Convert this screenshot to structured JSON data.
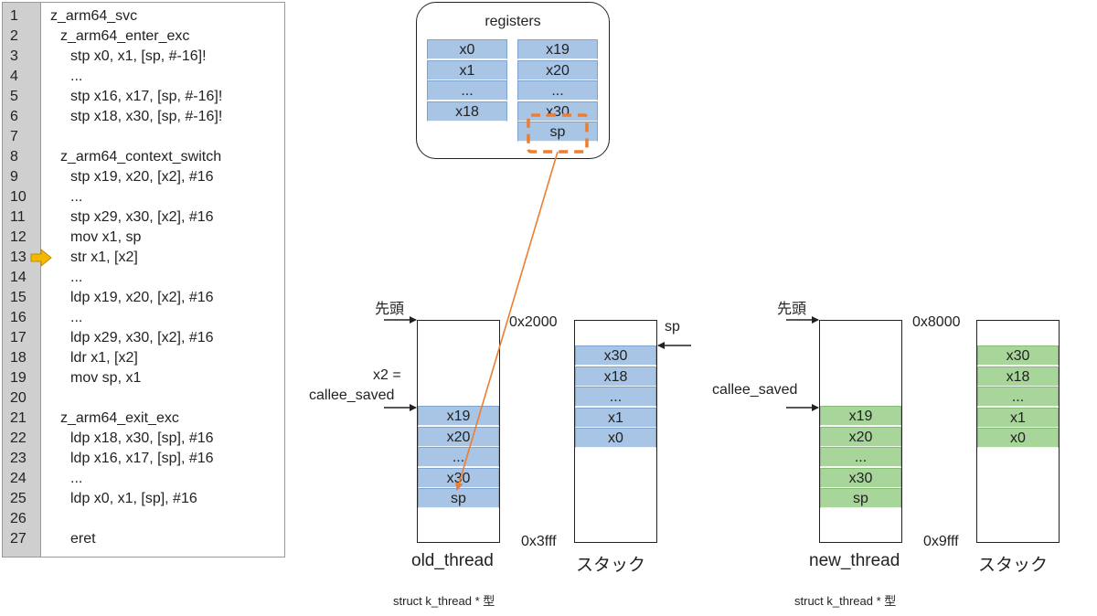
{
  "code": {
    "lines": [
      {
        "no": "1",
        "text": "z_arm64_svc",
        "indent": 0
      },
      {
        "no": "2",
        "text": "z_arm64_enter_exc",
        "indent": 1
      },
      {
        "no": "3",
        "text": "stp x0, x1, [sp, #-16]!",
        "indent": 2
      },
      {
        "no": "4",
        "text": "...",
        "indent": 2
      },
      {
        "no": "5",
        "text": "stp x16, x17, [sp, #-16]!",
        "indent": 2
      },
      {
        "no": "6",
        "text": "stp x18, x30, [sp, #-16]!",
        "indent": 2
      },
      {
        "no": "7",
        "text": "",
        "indent": 2
      },
      {
        "no": "8",
        "text": "z_arm64_context_switch",
        "indent": 1
      },
      {
        "no": "9",
        "text": "stp x19, x20, [x2], #16",
        "indent": 2
      },
      {
        "no": "10",
        "text": "...",
        "indent": 2
      },
      {
        "no": "11",
        "text": "stp x29, x30, [x2], #16",
        "indent": 2
      },
      {
        "no": "12",
        "text": "mov x1, sp",
        "indent": 2
      },
      {
        "no": "13",
        "text": "str x1, [x2]",
        "indent": 2
      },
      {
        "no": "14",
        "text": "...",
        "indent": 2
      },
      {
        "no": "15",
        "text": "ldp x19, x20, [x2], #16",
        "indent": 2
      },
      {
        "no": "16",
        "text": "...",
        "indent": 2
      },
      {
        "no": "17",
        "text": "ldp x29, x30, [x2], #16",
        "indent": 2
      },
      {
        "no": "18",
        "text": "ldr x1, [x2]",
        "indent": 2
      },
      {
        "no": "19",
        "text": "mov sp, x1",
        "indent": 2
      },
      {
        "no": "20",
        "text": "",
        "indent": 2
      },
      {
        "no": "21",
        "text": "z_arm64_exit_exc",
        "indent": 1
      },
      {
        "no": "22",
        "text": "ldp x18, x30, [sp], #16",
        "indent": 2
      },
      {
        "no": "23",
        "text": "ldp x16, x17, [sp], #16",
        "indent": 2
      },
      {
        "no": "24",
        "text": "...",
        "indent": 2
      },
      {
        "no": "25",
        "text": "ldp x0, x1, [sp], #16",
        "indent": 2
      },
      {
        "no": "26",
        "text": "",
        "indent": 2
      },
      {
        "no": "27",
        "text": "eret",
        "indent": 2
      }
    ],
    "current_line": 13
  },
  "registers": {
    "title": "registers",
    "left_column": [
      "x0",
      "x1",
      "...",
      "x18"
    ],
    "right_column": [
      "x19",
      "x20",
      "...",
      "x30",
      "sp"
    ]
  },
  "old": {
    "head_label": "先頭",
    "x2_label_line1": "x2 =",
    "x2_label_line2": "callee_saved",
    "callee_saved": [
      "x19",
      "x20",
      "...",
      "x30",
      "sp"
    ],
    "name": "old_thread",
    "type_caption": "struct k_thread * 型",
    "stack_top_addr": "0x2000",
    "stack_bottom_addr": "0x3fff",
    "stack_items": [
      "x30",
      "x18",
      "...",
      "x1",
      "x0"
    ],
    "sp_label": "sp",
    "stack_name": "スタック"
  },
  "new": {
    "head_label": "先頭",
    "callee_label": "callee_saved",
    "callee_saved": [
      "x19",
      "x20",
      "...",
      "x30",
      "sp"
    ],
    "name": "new_thread",
    "type_caption": "struct k_thread * 型",
    "stack_top_addr": "0x8000",
    "stack_bottom_addr": "0x9fff",
    "stack_items": [
      "x30",
      "x18",
      "...",
      "x1",
      "x0"
    ],
    "stack_name": "スタック"
  },
  "colors": {
    "old_cells": "#a8c5e6",
    "new_cells": "#a8d59a",
    "highlight": "#ed7d31",
    "pointer_arrow": "#f5a800"
  }
}
